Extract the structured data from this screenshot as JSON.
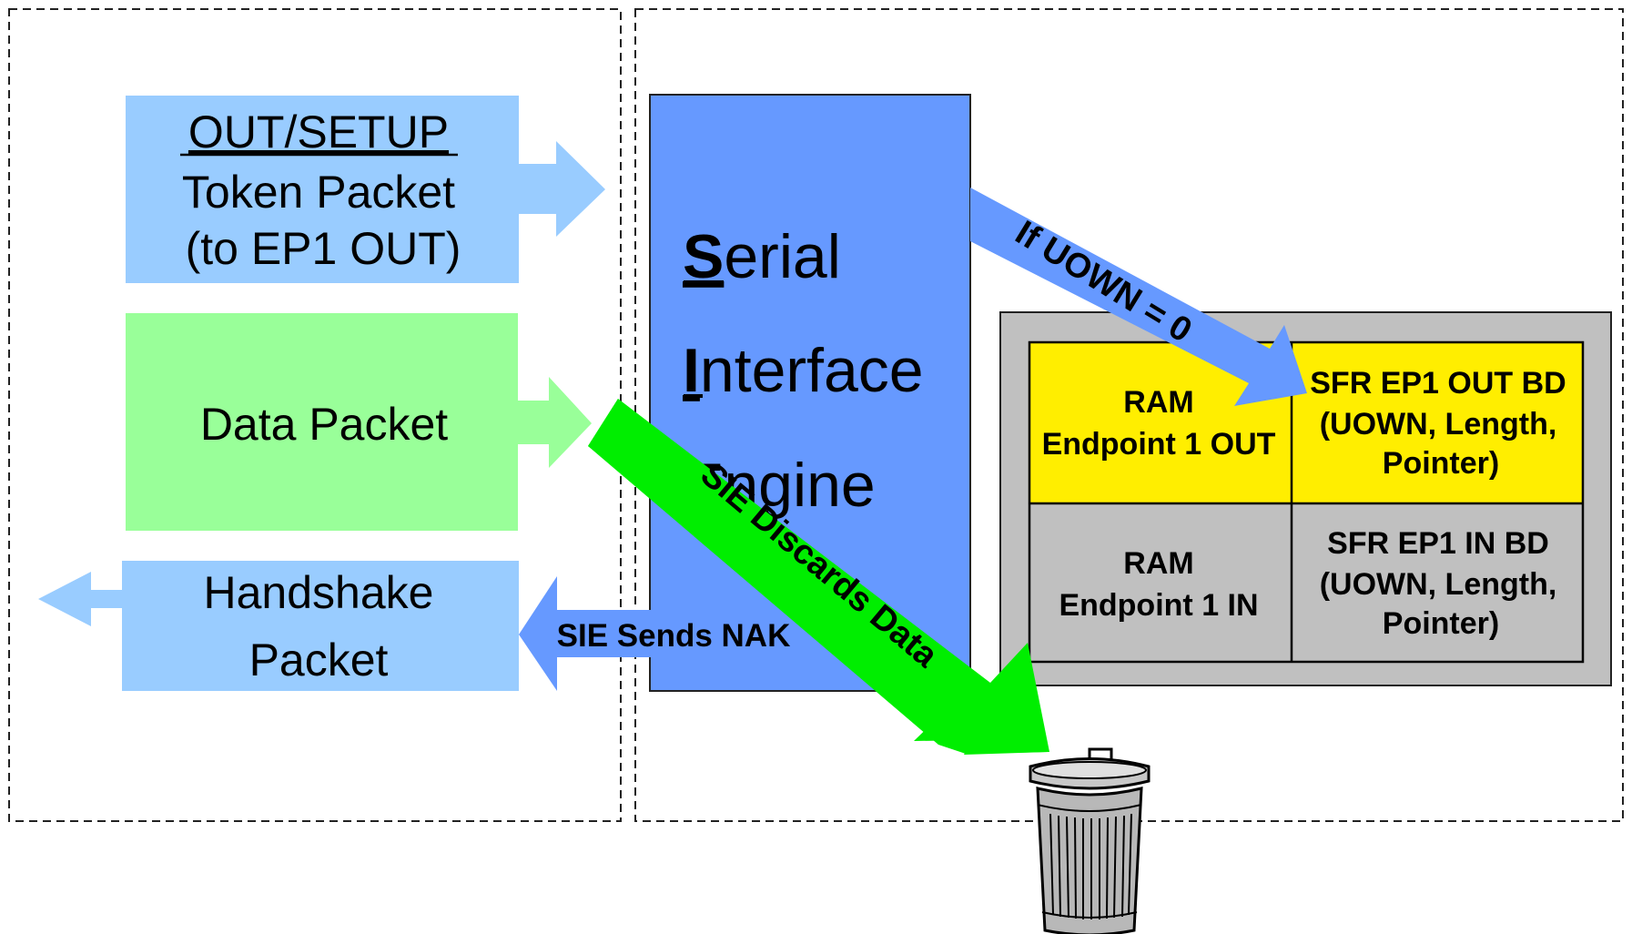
{
  "host_packets": {
    "token": {
      "title": "OUT/SETUP",
      "line2": "Token Packet",
      "line3": "(to EP1 OUT)"
    },
    "data": {
      "label": "Data Packet"
    },
    "handshake": {
      "line1": "Handshake",
      "line2": "Packet"
    }
  },
  "sie": {
    "line1_initial": "S",
    "line1_rest": "erial",
    "line2_initial": "I",
    "line2_rest": "nterface",
    "line3_initial": "E",
    "line3_rest": "ngine"
  },
  "bd_table": {
    "ram_out": {
      "line1": "RAM",
      "line2": "Endpoint 1 OUT"
    },
    "sfr_out": {
      "line1": "SFR EP1 OUT BD",
      "line2": "(UOWN, Length,",
      "line3": "Pointer)"
    },
    "ram_in": {
      "line1": "RAM",
      "line2": "Endpoint 1 IN"
    },
    "sfr_in": {
      "line1": "SFR EP1 IN BD",
      "line2": "(UOWN, Length,",
      "line3": "Pointer)"
    }
  },
  "arrows": {
    "uown": "If UOWN = 0",
    "nak": "SIE Sends NAK",
    "discard": "SIE Discards Data"
  },
  "icons": [
    "trash-can-icon"
  ],
  "colors": {
    "token_box": "#99ccff",
    "data_box": "#99ff99",
    "sie_box": "#6699ff",
    "bd_out_row": "#ffee00",
    "bd_panel": "#c0c0c0",
    "discard_arrow": "#00ee00"
  }
}
